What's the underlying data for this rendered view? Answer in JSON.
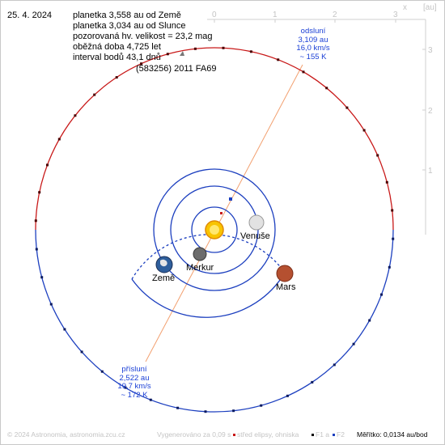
{
  "date": "25. 4. 2024",
  "info_lines": [
    "planetka 3,558 au od Země",
    "planetka 3,034 au od Slunce",
    "pozorovaná hv. velikost = 23,2 mag",
    "oběžná doba 4,725 let",
    "interval bodů 43,1 dnů"
  ],
  "asteroid_name": "(583256) 2011 FA69",
  "aphelion": {
    "title": "odsluní",
    "distance": "3,109 au",
    "speed": "16,0 km/s",
    "temp": "~ 155 K"
  },
  "perihelion": {
    "title": "přísluní",
    "distance": "2,522 au",
    "speed": "19,7 km/s",
    "temp": "~ 172 K"
  },
  "planets": {
    "venus": "Venuše",
    "mercury": "Merkur",
    "earth": "Země",
    "mars": "Mars"
  },
  "axes": {
    "x_label": "x",
    "unit_label": "[au]",
    "x_ticks": [
      "0",
      "1",
      "2",
      "3"
    ],
    "y_ticks": [
      "3",
      "2",
      "1"
    ]
  },
  "footer": {
    "copyright": "© 2024 Astronomia, astronomia.zcu.cz",
    "generated": "Vygenerováno za 0,09 s",
    "legend_center": "střed elipsy, ohniska",
    "legend_f1": "F1 a",
    "legend_f2": "F2",
    "scale": "Měřítko: 0,0134 au/bod"
  },
  "colors": {
    "orbit_blue": "#1c3fbf",
    "asteroid_red": "#c81818",
    "apsides_line": "#f2a070",
    "grid": "#cfcfcf",
    "label_blue": "#1a3fd6",
    "footer_gray": "#c4c4c4"
  }
}
